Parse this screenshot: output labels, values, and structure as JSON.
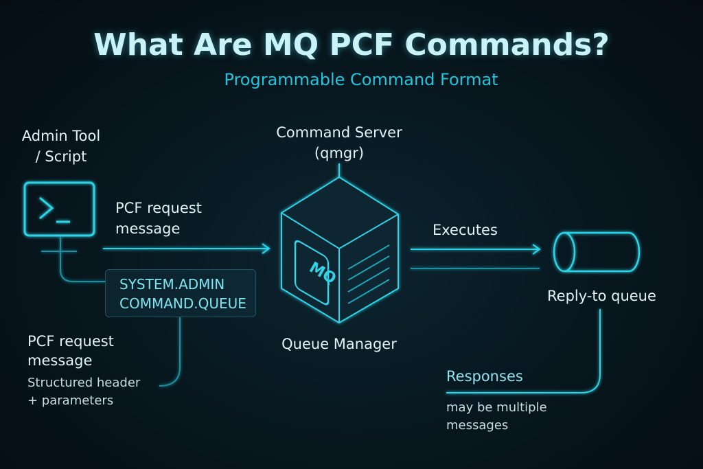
{
  "title": "What Are MQ PCF Commands?",
  "subtitle": "Programmable Command Format",
  "admin": {
    "line1": "Admin Tool",
    "line2": "/ Script"
  },
  "request_arrow": {
    "line1": "PCF request",
    "line2": "message"
  },
  "queue_box": {
    "line1": "SYSTEM.ADMIN",
    "line2": "COMMAND.QUEUE"
  },
  "request_note": {
    "title1": "PCF request",
    "title2": "message",
    "desc1": "Structured header",
    "desc2": "+ parameters"
  },
  "command_server": {
    "line1": "Command Server",
    "line2": "(qmgr)"
  },
  "cube": {
    "logo": "MQ",
    "label": "Queue Manager"
  },
  "executes": "Executes",
  "reply_queue": "Reply-to queue",
  "responses": {
    "title": "Responses",
    "desc1": "may be multiple",
    "desc2": "messages"
  },
  "colors": {
    "accent": "#2fd3e6",
    "background": "#081820"
  }
}
